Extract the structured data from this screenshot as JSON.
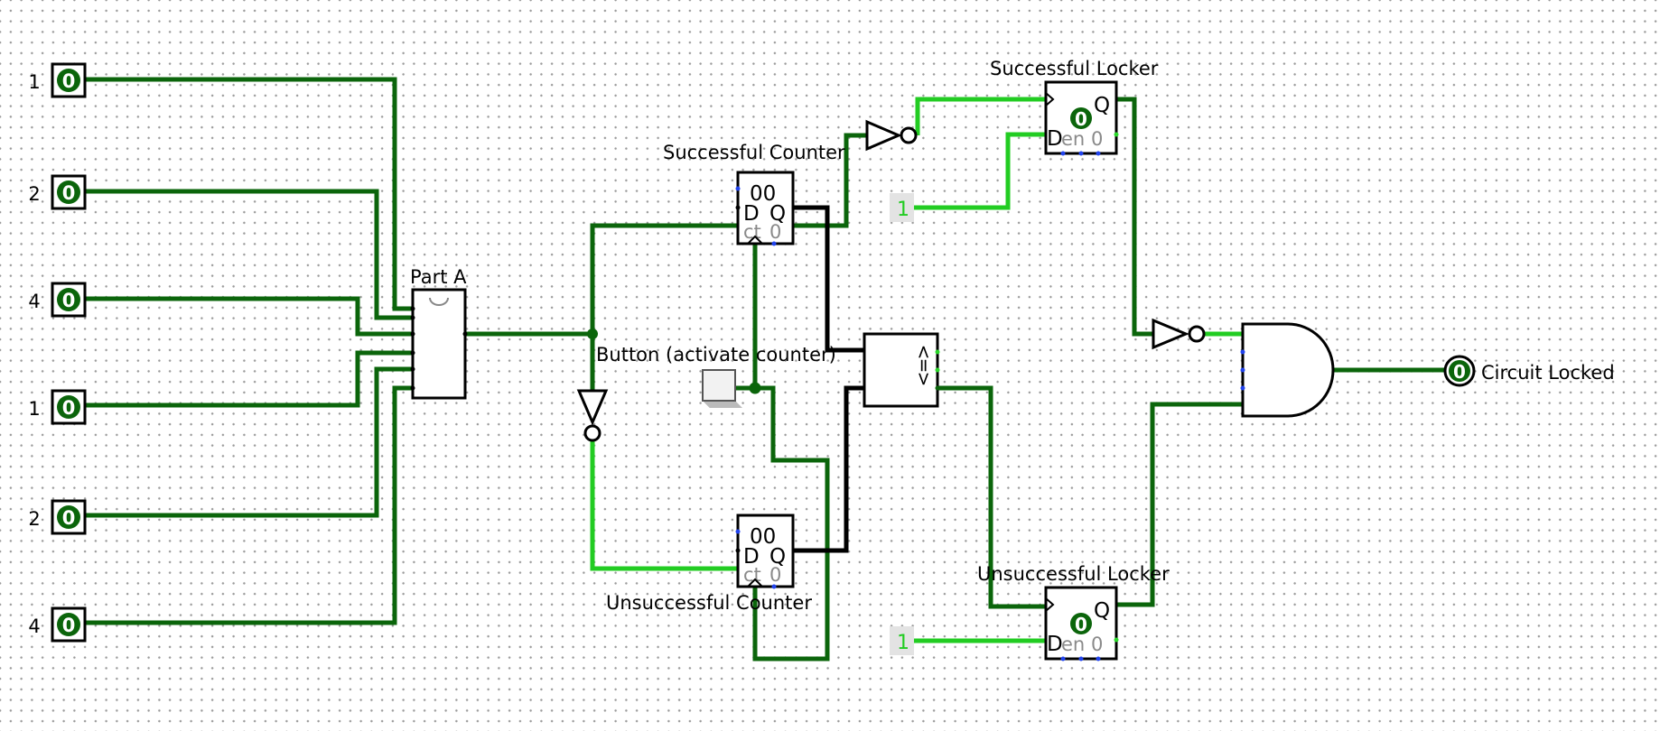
{
  "inputs": [
    {
      "label": "1",
      "value": "0"
    },
    {
      "label": "2",
      "value": "0"
    },
    {
      "label": "4",
      "value": "0"
    },
    {
      "label": "1",
      "value": "0"
    },
    {
      "label": "2",
      "value": "0"
    },
    {
      "label": "4",
      "value": "0"
    }
  ],
  "labels": {
    "part_a": "Part A",
    "successful_counter": "Successful Counter",
    "unsuccessful_counter": "Unsuccessful Counter",
    "button": "Button (activate counter)",
    "successful_locker": "Successful Locker",
    "unsuccessful_locker": "Unsuccessful Locker",
    "output": "Circuit Locked"
  },
  "counter_pins": {
    "value": "00",
    "d": "D",
    "q": "Q",
    "ct": "ct",
    "zero": "0"
  },
  "locker_pins": {
    "q": "Q",
    "d": "D",
    "en": "en",
    "zero": "0",
    "state": "0"
  },
  "comparator_symbols": {
    "lt": "<",
    "eq": "=",
    "gt": ">"
  },
  "constants": {
    "top": "1",
    "bottom": "1"
  },
  "output_value": "0",
  "colors": {
    "wire_low": "#0b650b",
    "wire_high": "#22cc22",
    "bus": "#000000",
    "grid_dot": "#9a9a9a"
  }
}
